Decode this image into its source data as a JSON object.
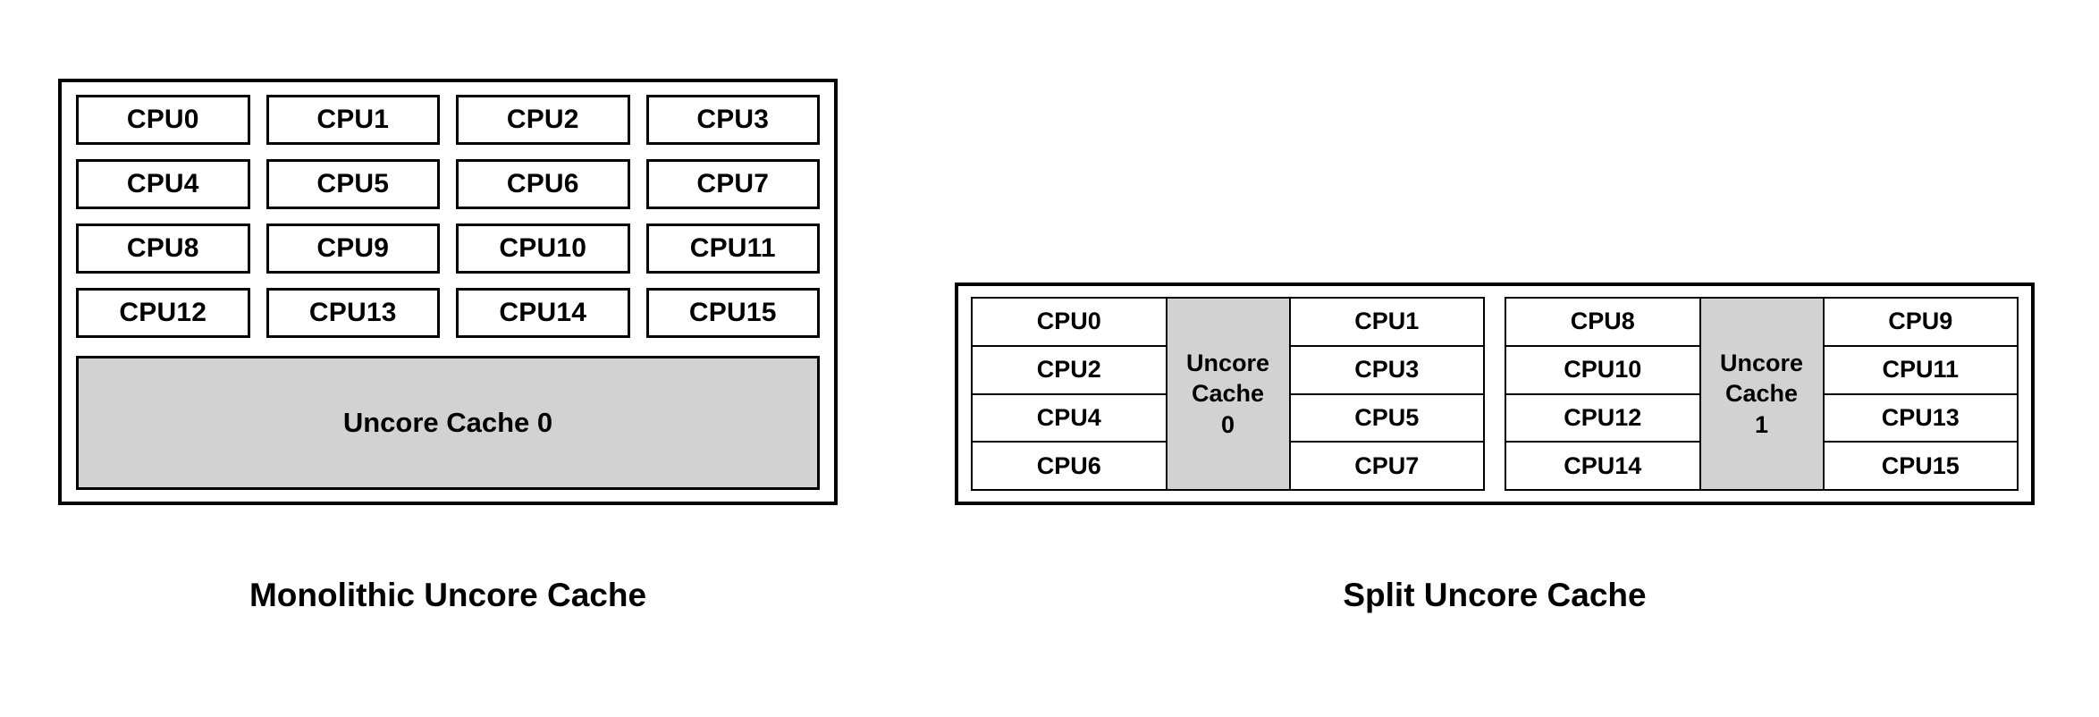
{
  "diagrams": [
    {
      "id": "monolithic",
      "caption": "Monolithic Uncore Cache",
      "cpus": [
        "CPU0",
        "CPU1",
        "CPU2",
        "CPU3",
        "CPU4",
        "CPU5",
        "CPU6",
        "CPU7",
        "CPU8",
        "CPU9",
        "CPU10",
        "CPU11",
        "CPU12",
        "CPU13",
        "CPU14",
        "CPU15"
      ],
      "cache_label": "Uncore Cache 0"
    },
    {
      "id": "split",
      "caption": "Split Uncore Cache",
      "clusters": [
        {
          "left_cpus": [
            "CPU0",
            "CPU2",
            "CPU4",
            "CPU6"
          ],
          "cache_line1": "Uncore",
          "cache_line2": "Cache",
          "cache_line3": "0",
          "right_cpus": [
            "CPU1",
            "CPU3",
            "CPU5",
            "CPU7"
          ]
        },
        {
          "left_cpus": [
            "CPU8",
            "CPU10",
            "CPU12",
            "CPU14"
          ],
          "cache_line1": "Uncore",
          "cache_line2": "Cache",
          "cache_line3": "1",
          "right_cpus": [
            "CPU9",
            "CPU11",
            "CPU13",
            "CPU15"
          ]
        }
      ]
    }
  ],
  "colors": {
    "cache_fill": "#d2d2d2",
    "border": "#000000",
    "cpu_fill": "#ffffff",
    "background": "#ffffff"
  }
}
